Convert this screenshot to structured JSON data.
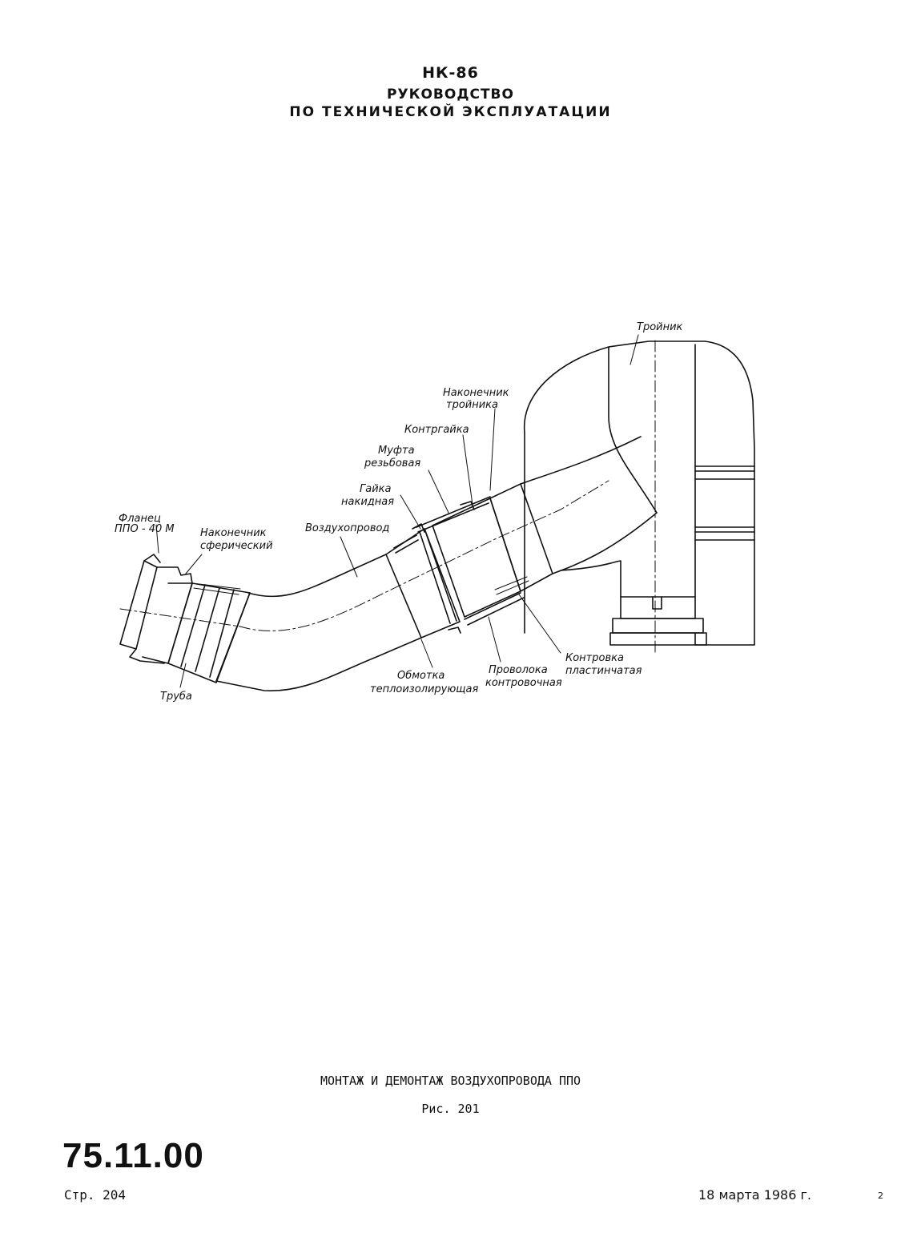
{
  "header": {
    "line1": "НК-86",
    "line2": "РУКОВОДСТВО",
    "line3": "ПО ТЕХНИЧЕСКОЙ ЭКСПЛУАТАЦИИ"
  },
  "figure": {
    "labels": {
      "troinik": "Тройник",
      "nakonechnik_troinika_1": "Наконечник",
      "nakonechnik_troinika_2": "тройника",
      "kontrgaika": "Контргайка",
      "mufta_1": "Муфта",
      "mufta_2": "резьбовая",
      "gaika_1": "Гайка",
      "gaika_2": "накидная",
      "vozduhoprovod": "Воздухопровод",
      "flanec_1": "Фланец",
      "flanec_2": "ППО - 40 М",
      "nakonechnik_sfer_1": "Наконечник",
      "nakonechnik_sfer_2": "сферический",
      "truba": "Труба",
      "obmotka_1": "Обмотка",
      "obmotka_2": "теплоизолирующая",
      "provoloka_1": "Проволока",
      "provoloka_2": "контровочная",
      "kontrovka_1": "Контровка",
      "kontrovka_2": "пластинчатая"
    }
  },
  "caption": {
    "title": "МОНТАЖ И ДЕМОНТАЖ ВОЗДУХОПРОВОДА ППО",
    "figure_number": "Рис. 201"
  },
  "footer": {
    "section_code": "75.11.00",
    "page": "Стр. 204",
    "date": "18 марта 1986 г.",
    "corner_mark": "2"
  }
}
